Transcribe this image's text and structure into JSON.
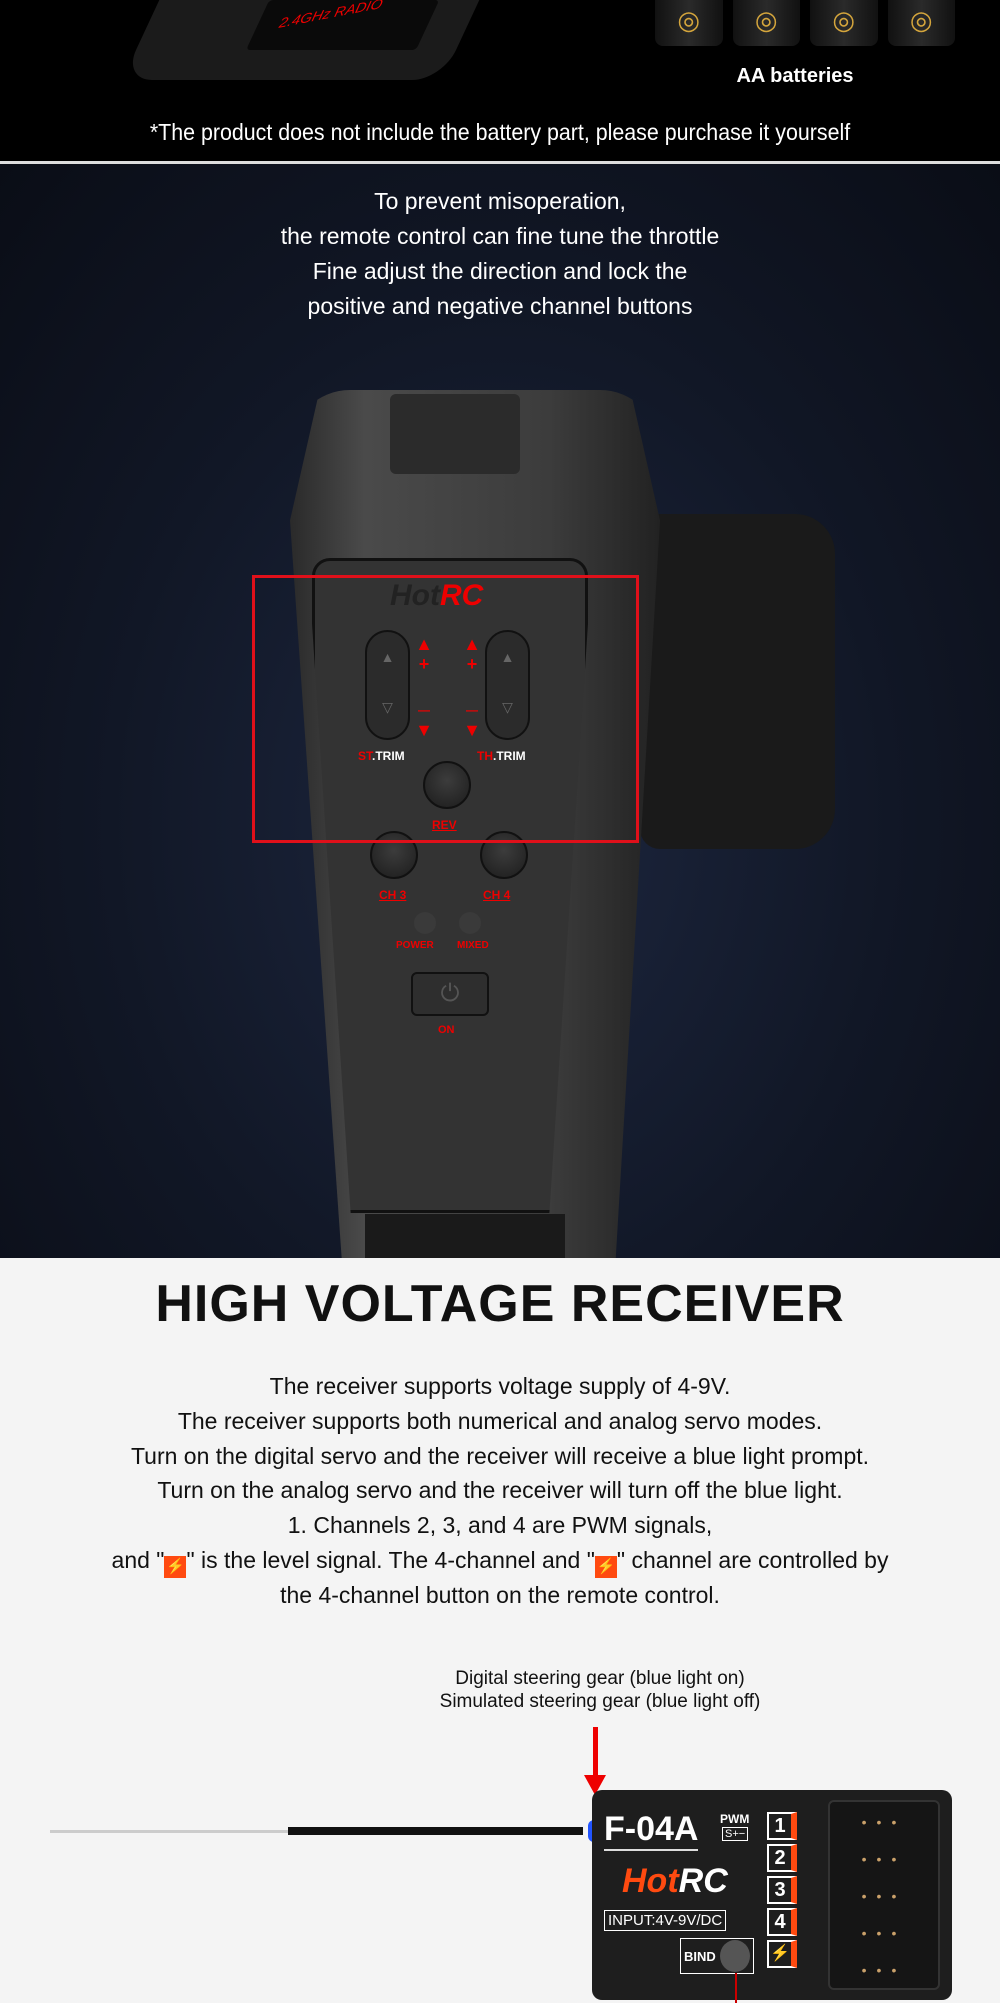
{
  "top": {
    "radio_label": "2.4GHz RADIO",
    "batteries_label": "AA batteries",
    "disclaimer": "*The product does not include the battery part, please purchase it yourself"
  },
  "remote_section": {
    "lines": [
      "To prevent misoperation,",
      "the remote control can fine tune the throttle",
      "Fine adjust the direction and lock the",
      "positive and negative channel buttons"
    ],
    "brand_hot": "Hot",
    "brand_rc": "RC",
    "st_prefix": "ST",
    "th_prefix": "TH",
    "trim_suffix": ".TRIM",
    "plus": "+",
    "minus": "—",
    "rev": "REV",
    "ch3": "CH 3",
    "ch4": "CH 4",
    "power": "POWER",
    "mixed": "MIXED",
    "on": "ON",
    "highlight_color": "#e0101a"
  },
  "receiver_section": {
    "title": "HIGH VOLTAGE RECEIVER",
    "lines": [
      "The receiver supports voltage supply of 4-9V.",
      "The receiver supports both numerical and analog servo modes.",
      "Turn on the digital servo and the receiver will receive a blue light prompt.",
      "Turn on the analog servo and the receiver will turn off the blue light.",
      "1. Channels 2, 3, and 4 are PWM signals,"
    ],
    "line6_a": "and \"",
    "line6_b": "\" is the level signal. The 4-channel and \"",
    "line6_c": "\" channel are controlled by",
    "line7": "the 4-channel button on the remote control.",
    "callout_1": "Digital steering gear (blue light on)",
    "callout_2": "Simulated steering gear (blue light off)",
    "model": "F-04A",
    "pwm": "PWM",
    "pins": "S+−",
    "brand_hot": "Hot",
    "brand_rc": "RC",
    "input": "INPUT:4V-9V/DC",
    "bind": "BIND",
    "channels": [
      "1",
      "2",
      "3",
      "4"
    ],
    "level_icon": "lightning-icon",
    "accent": "#ff4a10"
  }
}
